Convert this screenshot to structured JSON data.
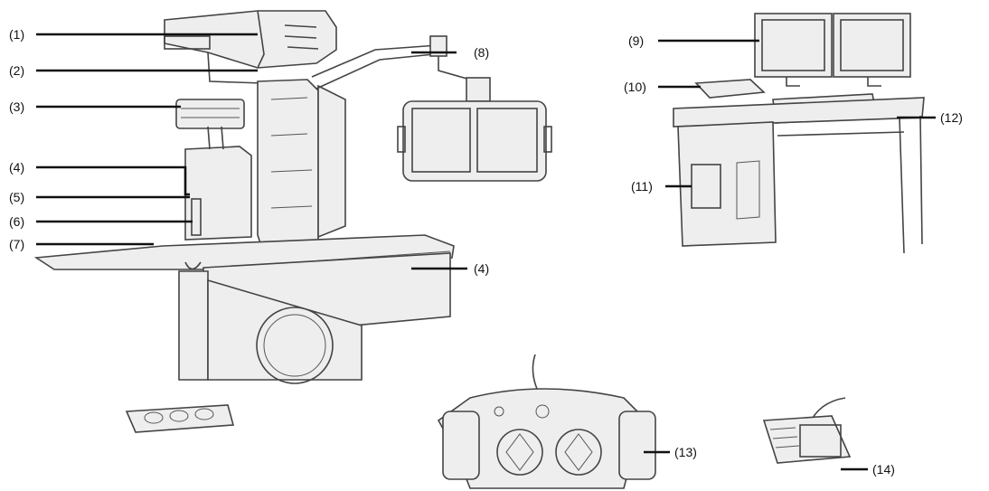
{
  "callouts": [
    {
      "id": "c1",
      "label": "(1)"
    },
    {
      "id": "c2",
      "label": "(2)"
    },
    {
      "id": "c3",
      "label": "(3)"
    },
    {
      "id": "c4a",
      "label": "(4)"
    },
    {
      "id": "c5",
      "label": "(5)"
    },
    {
      "id": "c6",
      "label": "(6)"
    },
    {
      "id": "c7",
      "label": "(7)"
    },
    {
      "id": "c8",
      "label": "(8)"
    },
    {
      "id": "c4b",
      "label": "(4)"
    },
    {
      "id": "c9",
      "label": "(9)"
    },
    {
      "id": "c10",
      "label": "(10)"
    },
    {
      "id": "c11",
      "label": "(11)"
    },
    {
      "id": "c12",
      "label": "(12)"
    },
    {
      "id": "c13",
      "label": "(13)"
    },
    {
      "id": "c14",
      "label": "(14)"
    }
  ]
}
